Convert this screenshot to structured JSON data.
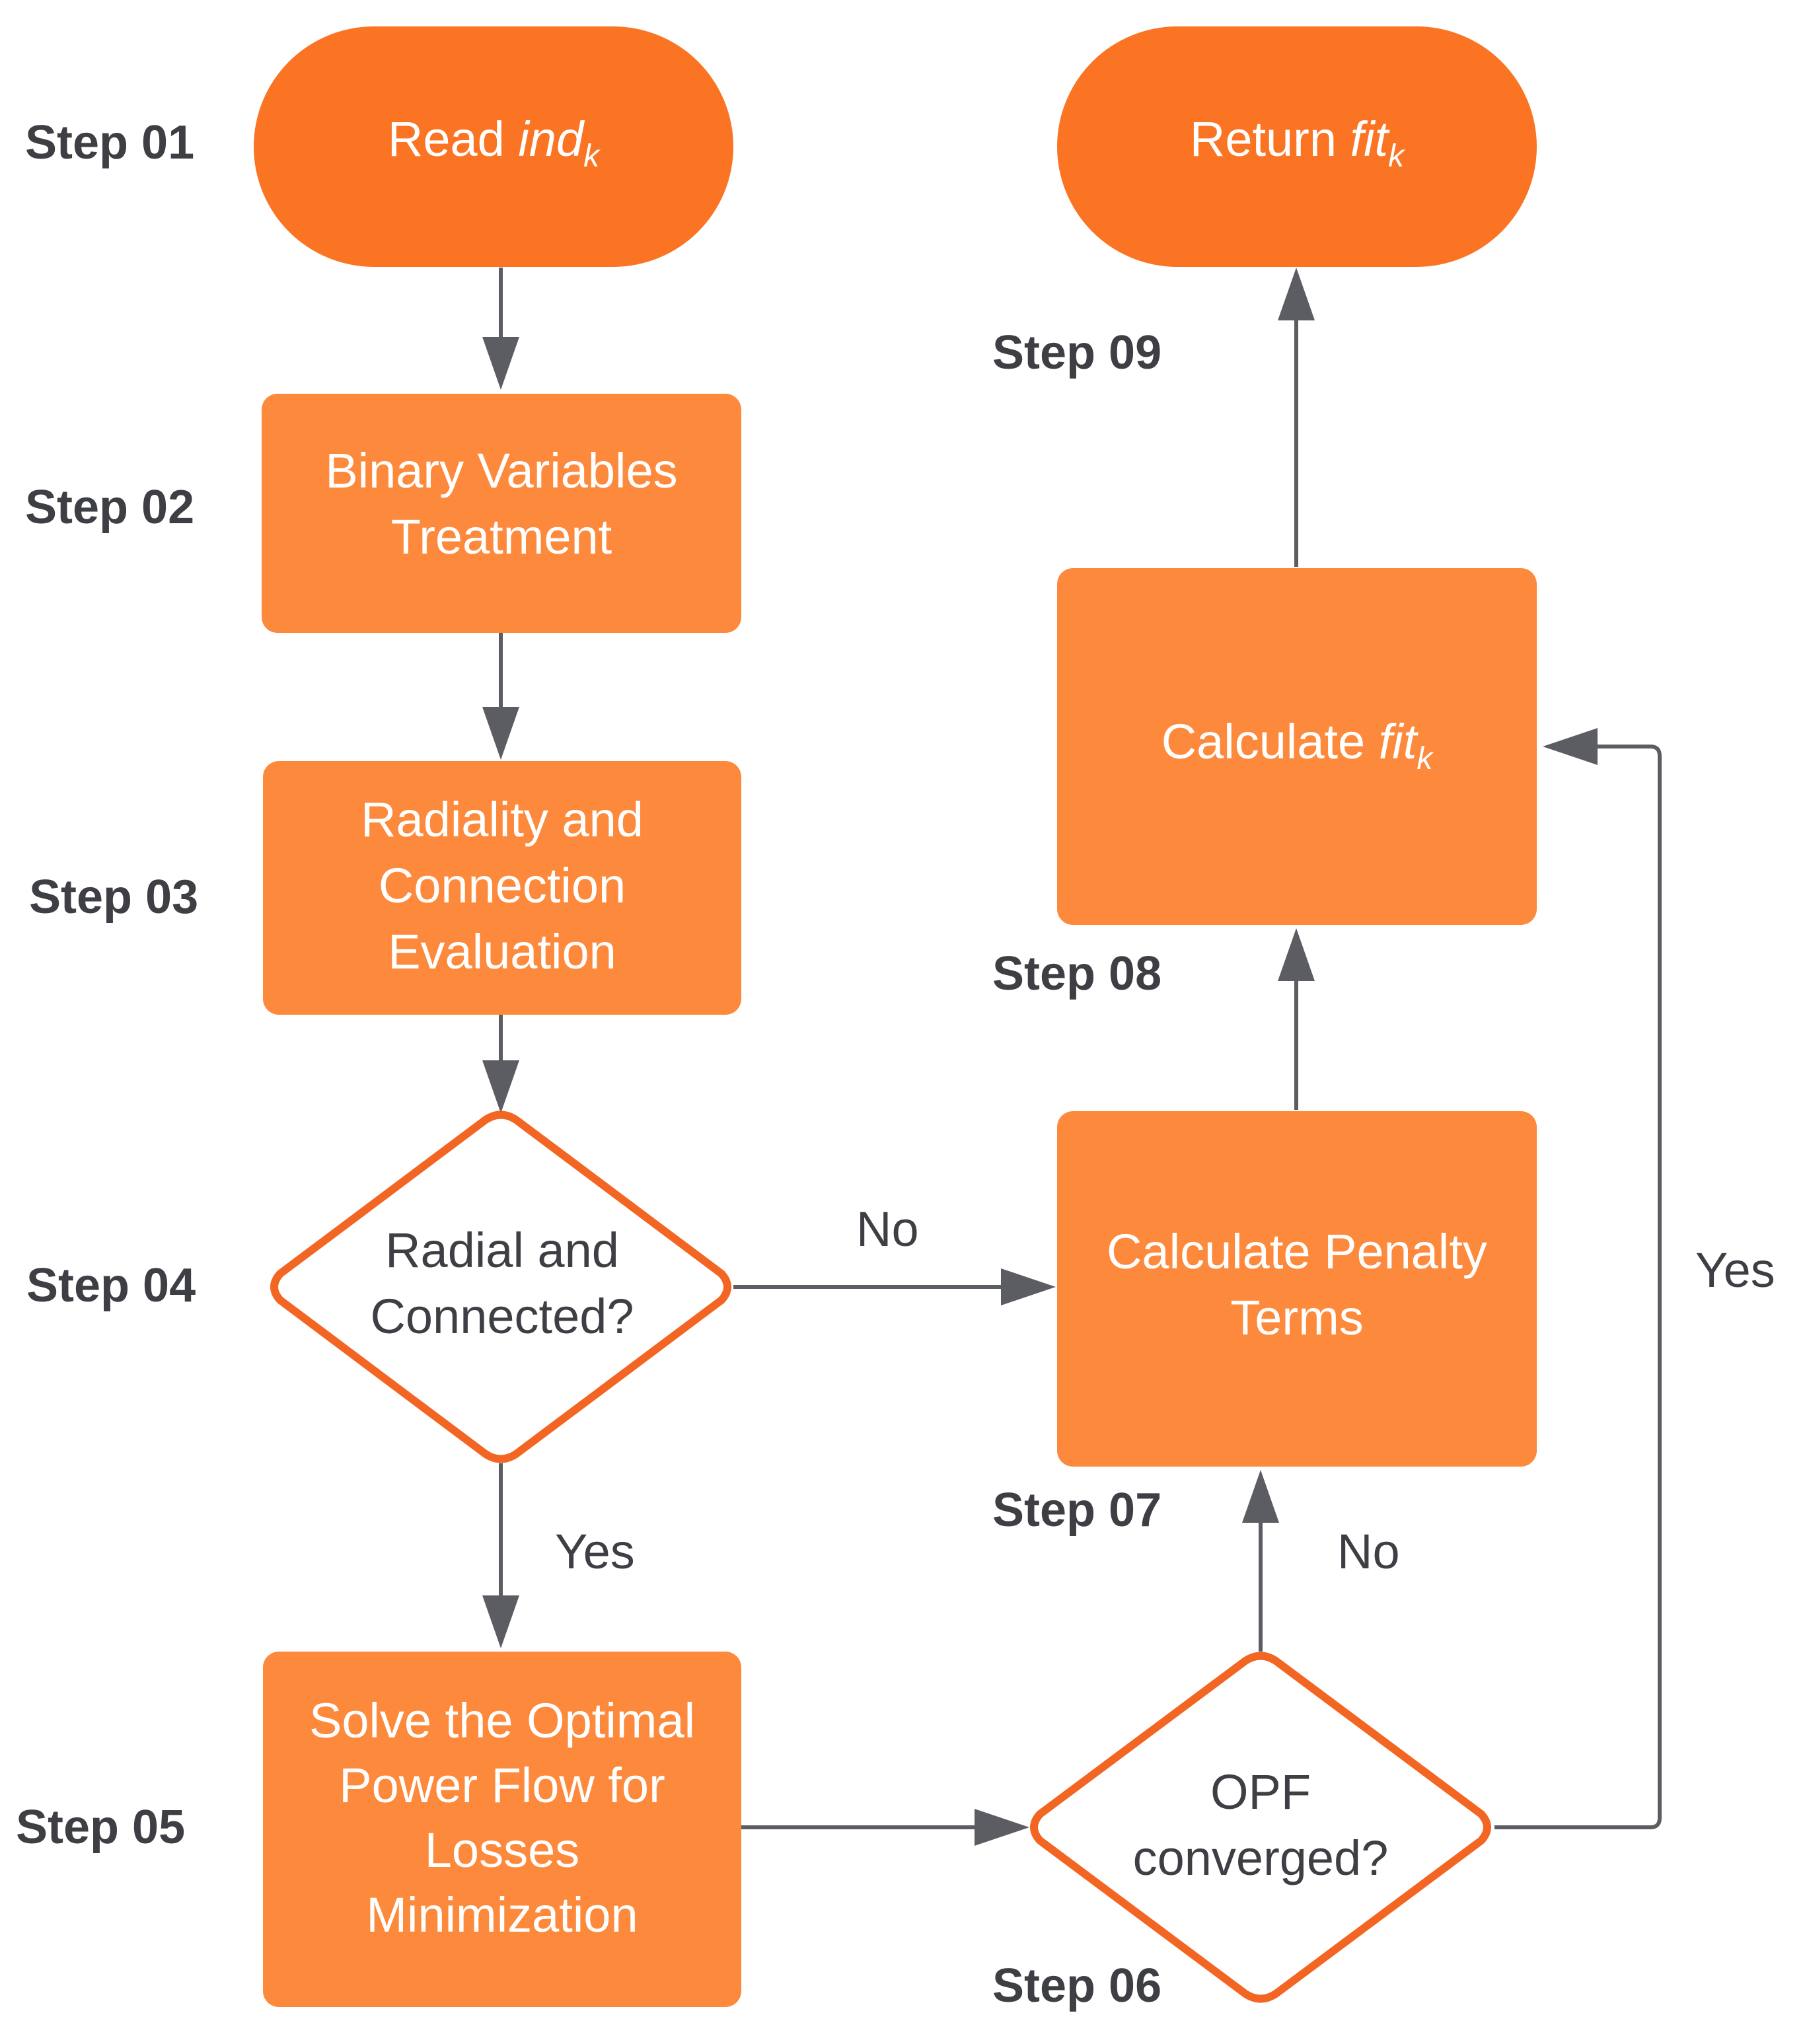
{
  "colors": {
    "terminal_fill": "#fa7423",
    "process_fill": "#fd8a3c",
    "decision_stroke": "#f26522",
    "line": "#5b5d62",
    "label": "#3d3f44"
  },
  "nodes": {
    "start": {
      "main": "Read ",
      "italic": "ind",
      "sub": "k"
    },
    "end": {
      "main": "Return ",
      "italic": "fit",
      "sub": "k"
    },
    "binary": {
      "line1": "Binary Variables",
      "line2": "Treatment"
    },
    "radiality": {
      "line1": "Radiality and",
      "line2": "Connection",
      "line3": "Evaluation"
    },
    "decision_radial": {
      "line1": "Radial and",
      "line2": "Connected?"
    },
    "opf_solve": {
      "line1": "Solve the Optimal",
      "line2": "Power Flow for",
      "line3": "Losses",
      "line4": "Minimization"
    },
    "decision_opf": {
      "line1": "OPF",
      "line2": "converged?"
    },
    "penalty": {
      "line1": "Calculate Penalty",
      "line2": "Terms"
    },
    "fitness": {
      "main": "Calculate ",
      "italic": "fit",
      "sub": "k"
    }
  },
  "steps": {
    "s01": "Step 01",
    "s02": "Step 02",
    "s03": "Step 03",
    "s04": "Step 04",
    "s05": "Step 05",
    "s06": "Step 06",
    "s07": "Step 07",
    "s08": "Step 08",
    "s09": "Step 09"
  },
  "edge_labels": {
    "radial_no": "No",
    "radial_yes": "Yes",
    "opf_no": "No",
    "opf_yes": "Yes"
  }
}
